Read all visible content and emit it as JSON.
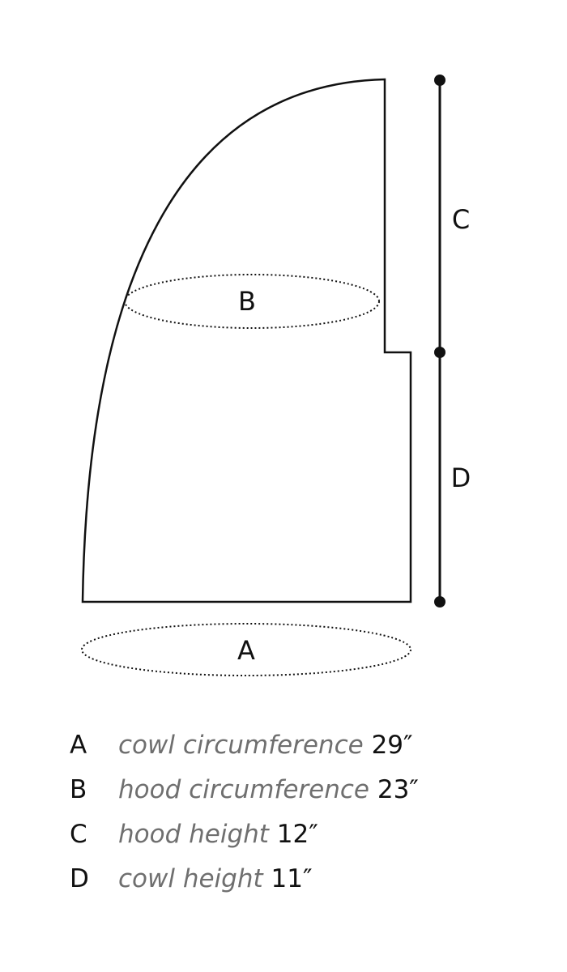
{
  "diagram": {
    "labels": {
      "a": "A",
      "b": "B",
      "c": "C",
      "d": "D"
    }
  },
  "legend": [
    {
      "letter": "A",
      "description": "cowl circumference",
      "value": "29″"
    },
    {
      "letter": "B",
      "description": "hood circumference",
      "value": "23″"
    },
    {
      "letter": "C",
      "description": "hood height",
      "value": "12″"
    },
    {
      "letter": "D",
      "description": "cowl height",
      "value": "11″"
    }
  ],
  "colors": {
    "line": "#111111",
    "legend_description": "#6f6f6f",
    "background": "#ffffff"
  }
}
